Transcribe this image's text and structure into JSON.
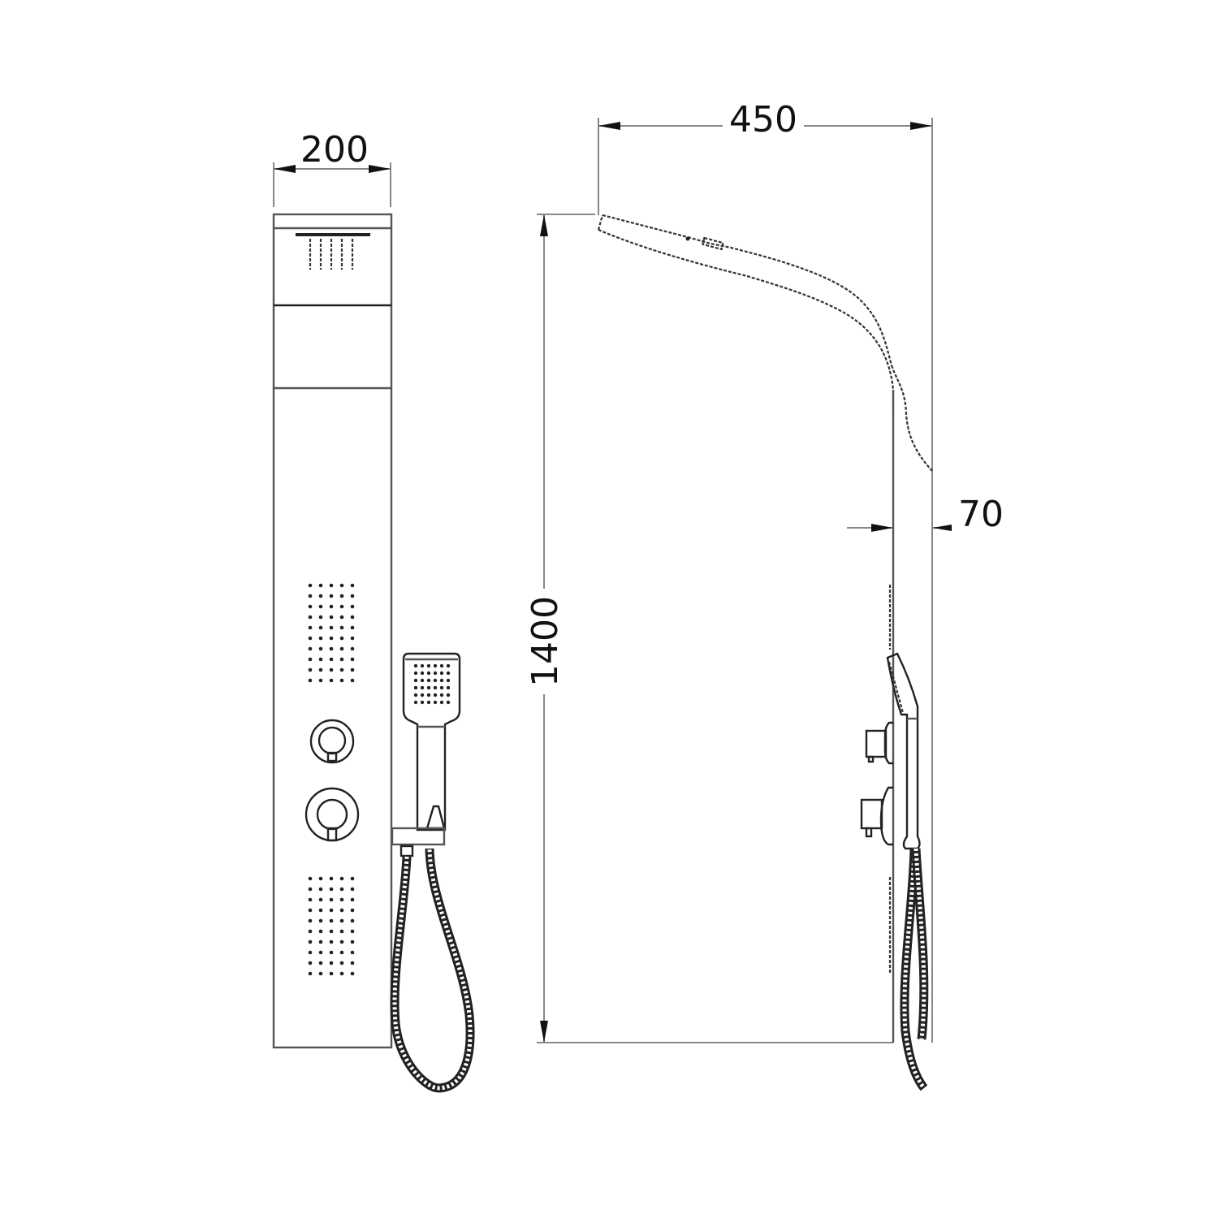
{
  "drawing": {
    "title": "Shower panel dimension drawing",
    "units": "mm",
    "colors": {
      "line": "#555555",
      "ink": "#111111",
      "background": "#ffffff"
    }
  },
  "front_view": {
    "width_label": "200",
    "features": [
      "rain-shower-head",
      "upper-body-jets",
      "diverter-knob",
      "thermostatic-mixer-knob",
      "lower-body-jets",
      "hand-shower",
      "flexible-hose"
    ],
    "upper_jets": {
      "rows": 10,
      "cols": 5
    },
    "lower_jets": {
      "rows": 10,
      "cols": 5
    },
    "hand_shower_nozzles": {
      "rows": 6,
      "cols": 6
    }
  },
  "side_view": {
    "projection_label": "450",
    "depth_label": "70",
    "height_label": "1400"
  }
}
